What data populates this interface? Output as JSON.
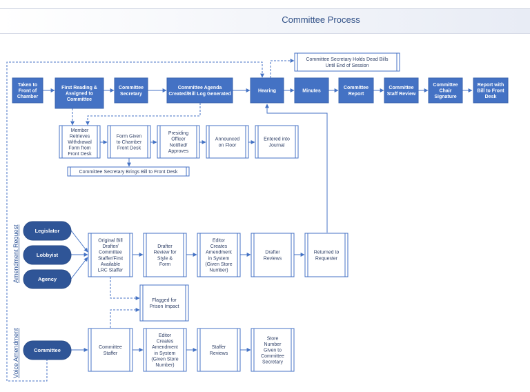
{
  "header": {
    "title": "Committee Process"
  },
  "side_labels": {
    "amendment": "Amendment Request",
    "voice": "Voice Amendment"
  },
  "boxes": {
    "taken": [
      "Taken to",
      "Front of",
      "Chamber"
    ],
    "first_reading": [
      "First Reading &",
      "Assigned to",
      "Committee"
    ],
    "secretary": [
      "Committee",
      "Secretary"
    ],
    "agenda": [
      "Committee Agenda",
      "Created/Bill Log Generated"
    ],
    "hearing": [
      "Hearing"
    ],
    "minutes": [
      "Minutes"
    ],
    "report": [
      "Committee",
      "Report"
    ],
    "staff_review": [
      "Committee",
      "Staff Review"
    ],
    "chair": [
      "Committee",
      "Chair",
      "Signature"
    ],
    "report_bill": [
      "Report with",
      "Bill to Front",
      "Desk"
    ],
    "dead_bills": [
      "Committee Secretary Holds Dead Bills",
      "Until End of Session"
    ],
    "member_retrieves": [
      "Member",
      "Retrieves",
      "Withdrawal",
      "Form from",
      "Front Desk"
    ],
    "form_given": [
      "Form Given",
      "to Chamber",
      "Front Desk"
    ],
    "presiding": [
      "Presiding",
      "Officer",
      "Notified/",
      "Approves"
    ],
    "announced": [
      "Announced",
      "on Floor"
    ],
    "journal": [
      "Entered into",
      "Journal"
    ],
    "brings_bill": [
      "Committee Secretary Brings Bill to Front Desk"
    ],
    "legislator": [
      "Legislator"
    ],
    "lobbyist": [
      "Lobbyist"
    ],
    "agency": [
      "Agency"
    ],
    "drafter": [
      "Original Bill",
      "Drafter/",
      "Committee",
      "Staffer/First",
      "Available",
      "LRC Staffer"
    ],
    "drafter_review": [
      "Drafter",
      "Review for",
      "Style &",
      "Form"
    ],
    "editor1": [
      "Editor",
      "Creates",
      "Amendment",
      "in System",
      "(Given Store",
      "Number)"
    ],
    "drafter_reviews": [
      "Drafter",
      "Reviews"
    ],
    "returned": [
      "Returned to",
      "Requester"
    ],
    "prison": [
      "Flagged for",
      "Prison Impact"
    ],
    "committee_pill": [
      "Committee"
    ],
    "committee_staffer": [
      "Committee",
      "Staffer"
    ],
    "editor2": [
      "Editor",
      "Creates",
      "Amendment",
      "in System",
      "(Given Store",
      "Number)"
    ],
    "staffer_reviews": [
      "Staffer",
      "Reviews"
    ],
    "store_number": [
      "Store",
      "Number",
      "Given to",
      "Committee",
      "Secretary"
    ]
  }
}
